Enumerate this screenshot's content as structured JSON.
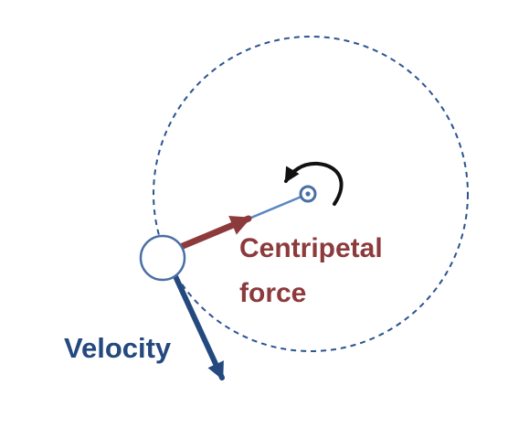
{
  "diagram": {
    "labels": {
      "centripetal_line1": "Centripetal",
      "centripetal_line2": "force",
      "velocity": "Velocity"
    },
    "icons": {
      "rotation_direction": "counterclockwise-arrow-icon"
    }
  },
  "colors": {
    "centripetal": "#8c3a3c",
    "velocity": "#24497f",
    "orbit": "#2b5490",
    "radius_line": "#5b86c4",
    "rotation_arrow": "#111111",
    "object_stroke": "#4a6fa5"
  }
}
